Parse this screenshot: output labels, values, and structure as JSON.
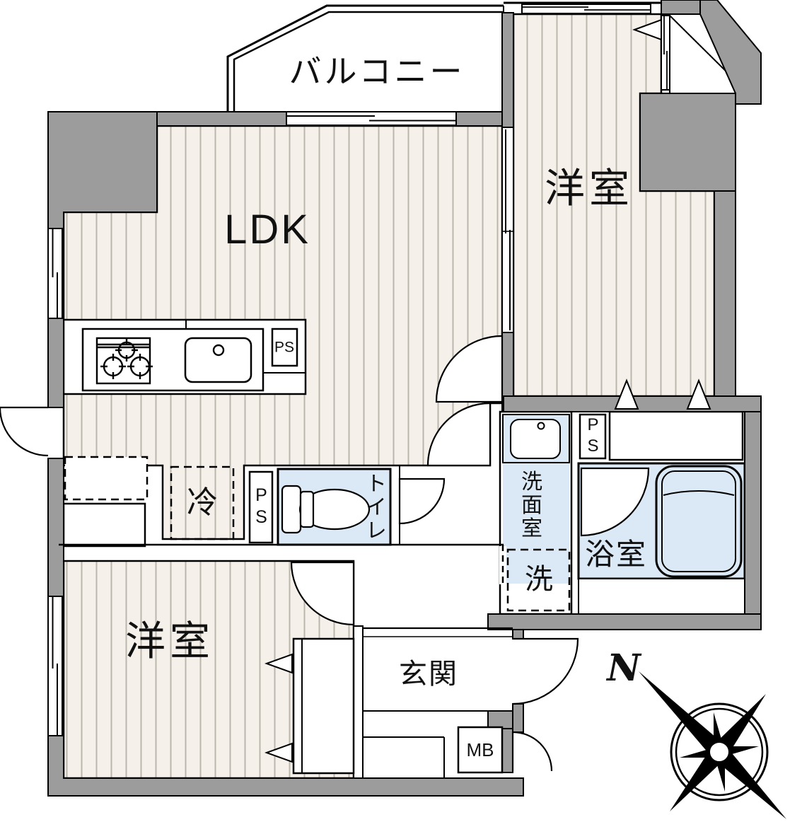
{
  "floorplan": {
    "labels": {
      "balcony": "バルコニー",
      "ldk": "LDK",
      "western_room_right": "洋室",
      "western_room_left": "洋室",
      "refrigerator": "冷",
      "pipe_space_kitchen": "PS",
      "pipe_space_toilet": "PS",
      "pipe_space_bath": "PS",
      "toilet": "トイレ",
      "washroom": "洗面室",
      "washing_machine": "洗",
      "bathroom": "浴室",
      "entrance": "玄関",
      "meter_box": "MB",
      "compass_north": "N"
    },
    "colors": {
      "wall": "#9c9c9c",
      "floor": "#f5f1ea",
      "floor_stripe": "#bab6ae",
      "wet_area": "#dbe9f6",
      "line": "#000000"
    }
  }
}
